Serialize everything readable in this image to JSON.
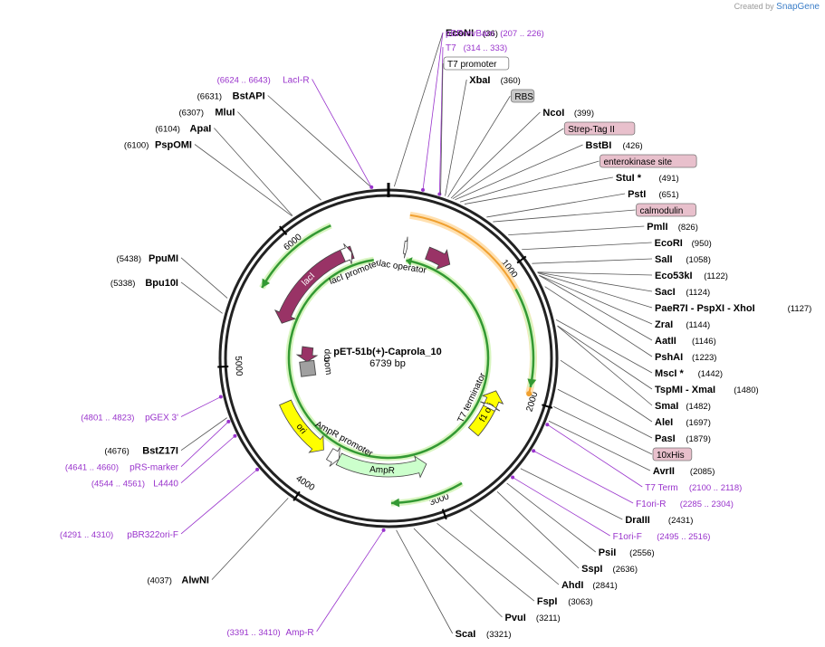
{
  "credit": {
    "prefix": "Created by",
    "brand": "SnapGene"
  },
  "plasmid": {
    "name": "pET-51b(+)-Caprola_10",
    "size_label": "6739 bp",
    "length": 6739
  },
  "ticks": [
    {
      "pos": 1000,
      "label": "1000"
    },
    {
      "pos": 2000,
      "label": "2000"
    },
    {
      "pos": 3000,
      "label": "3000"
    },
    {
      "pos": 4000,
      "label": "4000"
    },
    {
      "pos": 5000,
      "label": "5000"
    },
    {
      "pos": 6000,
      "label": "6000"
    }
  ],
  "features": [
    {
      "name": "lacI",
      "start": 5395,
      "end": 6385,
      "strand": -1,
      "color": "#993366",
      "track": "mid",
      "label": "lacI"
    },
    {
      "name": "lacI promoter",
      "start": 6290,
      "end": 6380,
      "strand": 1,
      "color": "#ffffff",
      "track": "mid",
      "label": "lacI promoter"
    },
    {
      "name": "lac operator",
      "start": 150,
      "end": 180,
      "strand": 1,
      "color": "#ffffff",
      "track": "mid",
      "label": "lac operator"
    },
    {
      "name": "lac fragment",
      "start": 380,
      "end": 620,
      "strand": 1,
      "color": "#993366",
      "track": "mid",
      "label": ""
    },
    {
      "name": "f1 ori",
      "start": 2000,
      "end": 2450,
      "strand": -1,
      "color": "#ffff00",
      "track": "mid",
      "label": "f1 ori"
    },
    {
      "name": "T7 terminator",
      "start": 2140,
      "end": 2180,
      "strand": -1,
      "color": "#ffffff",
      "track": "mid",
      "label": "T7 terminator"
    },
    {
      "name": "AmpR",
      "start": 3000,
      "end": 3860,
      "strand": -1,
      "color": "#ccffcc",
      "track": "mid",
      "label": "AmpR"
    },
    {
      "name": "AmpR promoter",
      "start": 3860,
      "end": 3960,
      "strand": -1,
      "color": "#ffffff",
      "track": "mid",
      "label": "AmpR promoter"
    },
    {
      "name": "ori",
      "start": 4030,
      "end": 4620,
      "strand": -1,
      "color": "#ffff00",
      "track": "mid",
      "label": "ori"
    },
    {
      "name": "rop",
      "start": 5010,
      "end": 5200,
      "strand": -1,
      "color": "#993366",
      "track": "inner",
      "label": "rop"
    },
    {
      "name": "bom",
      "start": 4850,
      "end": 4990,
      "strand": 0,
      "color": "#a0a0a0",
      "track": "inner",
      "label": "bom"
    }
  ],
  "outer_arcs": [
    {
      "start": 160,
      "end": 1950,
      "color": "#f0a030"
    }
  ],
  "thin_arrows": [
    {
      "start": 190,
      "end": 6580,
      "strand": -1,
      "color": "#339933",
      "track": "inner"
    },
    {
      "start": 5600,
      "end": 6300,
      "strand": -1,
      "color": "#339933",
      "track": "outer"
    },
    {
      "start": 1150,
      "end": 1900,
      "strand": 1,
      "color": "#339933",
      "track": "outer"
    },
    {
      "start": 2800,
      "end": 3350,
      "strand": 1,
      "color": "#339933",
      "track": "outer"
    }
  ],
  "labels": [
    {
      "text": "BstAPI",
      "num": "(6631)",
      "pos": 6631,
      "num_left": true,
      "kind": "enzyme"
    },
    {
      "text": "EcoNI",
      "num": "(36)",
      "pos": 36,
      "num_left": false,
      "kind": "enzyme"
    },
    {
      "text": "LacI-R",
      "num": "(6624 .. 6643)",
      "pos": 6633,
      "num_left": true,
      "kind": "primer"
    },
    {
      "text": "pBRrevBam",
      "num": "(207 .. 226)",
      "pos": 216,
      "num_left": false,
      "kind": "primer"
    },
    {
      "text": "T7",
      "num": "(314 .. 333)",
      "pos": 323,
      "num_left": false,
      "kind": "primer"
    },
    {
      "text": "T7 promoter",
      "num": "",
      "pos": 330,
      "num_left": false,
      "kind": "box_white"
    },
    {
      "text": "XbaI",
      "num": "(360)",
      "pos": 360,
      "num_left": false,
      "kind": "enzyme"
    },
    {
      "text": "RBS",
      "num": "",
      "pos": 378,
      "num_left": false,
      "kind": "box_gray"
    },
    {
      "text": "NcoI",
      "num": "(399)",
      "pos": 399,
      "num_left": false,
      "kind": "enzyme"
    },
    {
      "text": "Strep-Tag II",
      "num": "",
      "pos": 410,
      "num_left": false,
      "kind": "box_pink"
    },
    {
      "text": "BstBI",
      "num": "(426)",
      "pos": 426,
      "num_left": false,
      "kind": "enzyme"
    },
    {
      "text": "enterokinase site",
      "num": "",
      "pos": 460,
      "num_left": false,
      "kind": "box_pink"
    },
    {
      "text": "StuI *",
      "num": "(491)",
      "pos": 491,
      "num_left": false,
      "kind": "enzyme"
    },
    {
      "text": "PstI",
      "num": "(651)",
      "pos": 651,
      "num_left": false,
      "kind": "enzyme"
    },
    {
      "text": "calmodulin",
      "num": "",
      "pos": 700,
      "num_left": false,
      "kind": "box_pink"
    },
    {
      "text": "PmlI",
      "num": "(826)",
      "pos": 826,
      "num_left": false,
      "kind": "enzyme"
    },
    {
      "text": "EcoRI",
      "num": "(950)",
      "pos": 950,
      "num_left": false,
      "kind": "enzyme"
    },
    {
      "text": "SalI",
      "num": "(1058)",
      "pos": 1058,
      "num_left": false,
      "kind": "enzyme"
    },
    {
      "text": "Eco53kI",
      "num": "(1122)",
      "pos": 1122,
      "num_left": false,
      "kind": "enzyme"
    },
    {
      "text": "SacI",
      "num": "(1124)",
      "pos": 1124,
      "num_left": false,
      "kind": "enzyme"
    },
    {
      "text": "PaeR7I - PspXI - XhoI",
      "num": "(1127)",
      "pos": 1127,
      "num_left": false,
      "kind": "enzyme"
    },
    {
      "text": "ZraI",
      "num": "(1144)",
      "pos": 1144,
      "num_left": false,
      "kind": "enzyme"
    },
    {
      "text": "AatII",
      "num": "(1146)",
      "pos": 1146,
      "num_left": false,
      "kind": "enzyme"
    },
    {
      "text": "PshAI",
      "num": "(1223)",
      "pos": 1223,
      "num_left": false,
      "kind": "enzyme"
    },
    {
      "text": "MscI *",
      "num": "(1442)",
      "pos": 1442,
      "num_left": false,
      "kind": "enzyme"
    },
    {
      "text": "TspMI - XmaI",
      "num": "(1480)",
      "pos": 1480,
      "num_left": false,
      "kind": "enzyme"
    },
    {
      "text": "SmaI",
      "num": "(1482)",
      "pos": 1482,
      "num_left": false,
      "kind": "enzyme"
    },
    {
      "text": "AleI",
      "num": "(1697)",
      "pos": 1697,
      "num_left": false,
      "kind": "enzyme"
    },
    {
      "text": "PasI",
      "num": "(1879)",
      "pos": 1879,
      "num_left": false,
      "kind": "enzyme"
    },
    {
      "text": "10xHis",
      "num": "",
      "pos": 1990,
      "num_left": false,
      "kind": "box_pink"
    },
    {
      "text": "AvrII",
      "num": "(2085)",
      "pos": 2085,
      "num_left": false,
      "kind": "enzyme"
    },
    {
      "text": "T7 Term",
      "num": "(2100 .. 2118)",
      "pos": 2109,
      "num_left": false,
      "kind": "primer"
    },
    {
      "text": "F1ori-R",
      "num": "(2285 .. 2304)",
      "pos": 2294,
      "num_left": false,
      "kind": "primer"
    },
    {
      "text": "DraIII",
      "num": "(2431)",
      "pos": 2431,
      "num_left": false,
      "kind": "enzyme"
    },
    {
      "text": "F1ori-F",
      "num": "(2495 .. 2516)",
      "pos": 2505,
      "num_left": false,
      "kind": "primer"
    },
    {
      "text": "PsiI",
      "num": "(2556)",
      "pos": 2556,
      "num_left": false,
      "kind": "enzyme"
    },
    {
      "text": "SspI",
      "num": "(2636)",
      "pos": 2636,
      "num_left": false,
      "kind": "enzyme"
    },
    {
      "text": "AhdI",
      "num": "(2841)",
      "pos": 2841,
      "num_left": false,
      "kind": "enzyme"
    },
    {
      "text": "FspI",
      "num": "(3063)",
      "pos": 3063,
      "num_left": false,
      "kind": "enzyme"
    },
    {
      "text": "PvuI",
      "num": "(3211)",
      "pos": 3211,
      "num_left": false,
      "kind": "enzyme"
    },
    {
      "text": "ScaI",
      "num": "(3321)",
      "pos": 3321,
      "num_left": false,
      "kind": "enzyme"
    },
    {
      "text": "Amp-R",
      "num": "(3391 .. 3410)",
      "pos": 3400,
      "num_left": true,
      "kind": "primer"
    },
    {
      "text": "AlwNI",
      "num": "(4037)",
      "pos": 4037,
      "num_left": true,
      "kind": "enzyme"
    },
    {
      "text": "pBR322ori-F",
      "num": "(4291 .. 4310)",
      "pos": 4300,
      "num_left": true,
      "kind": "primer"
    },
    {
      "text": "L4440",
      "num": "(4544 .. 4561)",
      "pos": 4552,
      "num_left": true,
      "kind": "primer"
    },
    {
      "text": "pRS-marker",
      "num": "(4641 .. 4660)",
      "pos": 4650,
      "num_left": true,
      "kind": "primer"
    },
    {
      "text": "BstZ17I",
      "num": "(4676)",
      "pos": 4676,
      "num_left": true,
      "kind": "enzyme"
    },
    {
      "text": "pGEX 3'",
      "num": "(4801 .. 4823)",
      "pos": 4812,
      "num_left": true,
      "kind": "primer"
    },
    {
      "text": "Bpu10I",
      "num": "(5338)",
      "pos": 5338,
      "num_left": true,
      "kind": "enzyme"
    },
    {
      "text": "PpuMI",
      "num": "(5438)",
      "pos": 5438,
      "num_left": true,
      "kind": "enzyme"
    },
    {
      "text": "PspOMI",
      "num": "(6100)",
      "pos": 6100,
      "num_left": true,
      "kind": "enzyme"
    },
    {
      "text": "ApaI",
      "num": "(6104)",
      "pos": 6104,
      "num_left": true,
      "kind": "enzyme"
    },
    {
      "text": "MluI",
      "num": "(6307)",
      "pos": 6307,
      "num_left": true,
      "kind": "enzyme"
    }
  ],
  "colors": {
    "enzyme": "#000000",
    "primer": "#9933cc",
    "backbone": "#222222",
    "leader": "#555555"
  }
}
